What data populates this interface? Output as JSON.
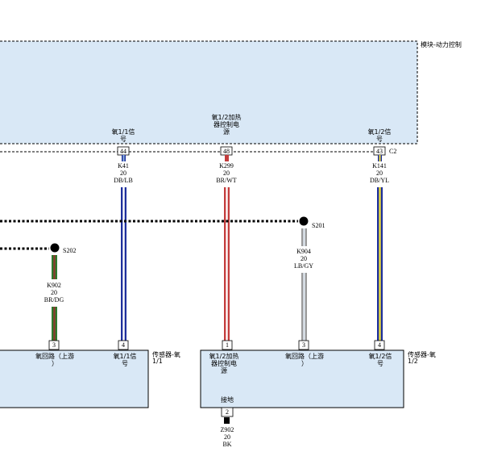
{
  "module": {
    "label": "模块-动力控制",
    "connector": "C2",
    "pins": [
      {
        "pin": "44",
        "label1": "氧1/1信",
        "label2": "号"
      },
      {
        "pin": "48",
        "label1": "氧1/2加热",
        "label2": "器控制电",
        "label3": "源"
      },
      {
        "pin": "43",
        "label1": "氧1/2信",
        "label2": "号"
      }
    ]
  },
  "wires": {
    "k41": {
      "code": "K41",
      "gauge": "20",
      "color": "DB/LB"
    },
    "k299": {
      "code": "K299",
      "gauge": "20",
      "color": "BR/WT"
    },
    "k141": {
      "code": "K141",
      "gauge": "20",
      "color": "DB/YL"
    },
    "k904": {
      "code": "K904",
      "gauge": "20",
      "color": "LB/GY"
    },
    "k902": {
      "code": "K902",
      "gauge": "20",
      "color": "BR/DG"
    },
    "z902": {
      "code": "Z902",
      "gauge": "20",
      "color": "BK"
    }
  },
  "splices": {
    "s201": "S201",
    "s202": "S202"
  },
  "sensor1": {
    "label1": "传感器-氧",
    "label2": "1/1",
    "pins": [
      {
        "pin": "3",
        "label1": "氧回路（上游",
        "label2": "）"
      },
      {
        "pin": "4",
        "label1": "氧1/1信",
        "label2": "号"
      }
    ]
  },
  "sensor2": {
    "label1": "传感器-氧",
    "label2": "1/2",
    "pins": [
      {
        "pin": "1",
        "label1": "氧1/2加热",
        "label2": "器控制电",
        "label3": "源"
      },
      {
        "pin": "3",
        "label1": "氧回路（上游",
        "label2": "）"
      },
      {
        "pin": "4",
        "label1": "氧1/2信",
        "label2": "号"
      }
    ],
    "ground_label": "接地",
    "ground_pin": "2"
  },
  "colors": {
    "module_fill": "#d9e8f6",
    "DB": "#1d2f9c",
    "LB": "#8fb3dd",
    "BR": "#8a3b2e",
    "WT": "#ffffff",
    "RD": "#c33c3c",
    "YL": "#f2e23a",
    "GY": "#9a9a9a",
    "DG": "#2d7a2d",
    "BK": "#000000"
  }
}
